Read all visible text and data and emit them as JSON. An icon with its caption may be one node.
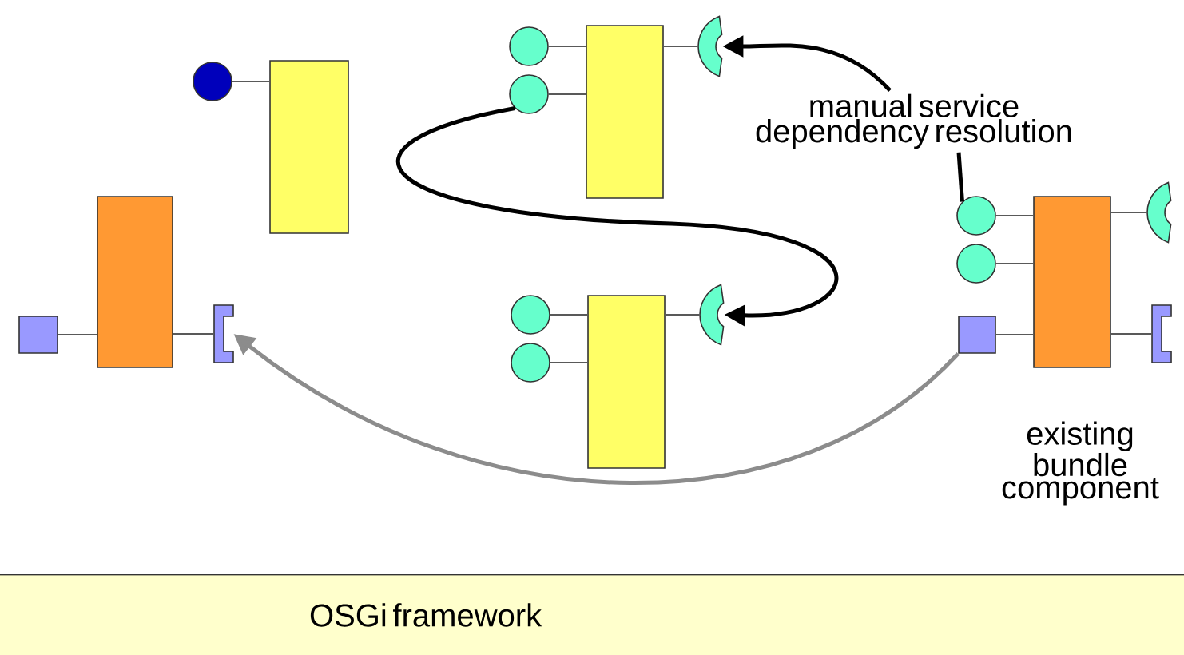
{
  "diagram": {
    "nodes": [
      {
        "text": [],
        "shape": "semicircle"
      },
      {
        "text": [],
        "shape": "circle"
      },
      {
        "text": [],
        "shape": "circle"
      },
      {
        "text": [],
        "shape": "box"
      },
      {
        "text": [],
        "shape": "circle"
      },
      {
        "text": [],
        "shape": "box"
      },
      {
        "text": [
          "manual service dependency resolution"
        ]
      },
      {
        "text": [],
        "shape": "circle"
      },
      {
        "text": [],
        "shape": "circle"
      },
      {
        "text": [],
        "shape": "box",
        "beside": [
          "existing bundle component"
        ]
      },
      {
        "text": [],
        "shape": "semicircle"
      },
      {
        "text": [],
        "shape": "box"
      },
      {
        "text": [],
        "shape": "square"
      },
      {
        "text": [],
        "shape": "bracket"
      },
      {
        "text": [],
        "shape": "circle"
      },
      {
        "text": [],
        "shape": "circle"
      },
      {
        "text": [],
        "shape": "box"
      },
      {
        "text": [],
        "shape": "semicircle"
      },
      {
        "text": [],
        "shape": "square"
      },
      {
        "text": [],
        "shape": "bracket"
      },
      {
        "text": [
          "OSGi framework"
        ]
      }
    ],
    "edges": [
      {
        "from": 6,
        "to": 0,
        "arrow": "to",
        "style": "thick",
        "color": "#000000"
      },
      {
        "from": 2,
        "to": 17,
        "arrow": "to",
        "style": "thick",
        "color": "#000000"
      },
      {
        "from": 6,
        "to": 7,
        "arrow": "none",
        "style": "thick",
        "color": "#000000"
      },
      {
        "from": 18,
        "to": 13,
        "arrow": "to",
        "style": "thick",
        "color": "#8c8c8c"
      },
      {
        "from": 1,
        "to": 3,
        "arrow": "none"
      },
      {
        "from": 2,
        "to": 3,
        "arrow": "none"
      },
      {
        "from": 3,
        "to": 0,
        "arrow": "none"
      },
      {
        "from": 4,
        "to": 5,
        "arrow": "none"
      },
      {
        "from": 12,
        "to": 11,
        "arrow": "none"
      },
      {
        "from": 11,
        "to": 13,
        "arrow": "none"
      },
      {
        "from": 14,
        "to": 16,
        "arrow": "none"
      },
      {
        "from": 15,
        "to": 16,
        "arrow": "none"
      },
      {
        "from": 16,
        "to": 17,
        "arrow": "none"
      },
      {
        "from": 7,
        "to": 9,
        "arrow": "none"
      },
      {
        "from": 8,
        "to": 9,
        "arrow": "none"
      },
      {
        "from": 18,
        "to": 9,
        "arrow": "none"
      },
      {
        "from": 9,
        "to": 10,
        "arrow": "none"
      },
      {
        "from": 9,
        "to": 19,
        "arrow": "none"
      }
    ]
  }
}
